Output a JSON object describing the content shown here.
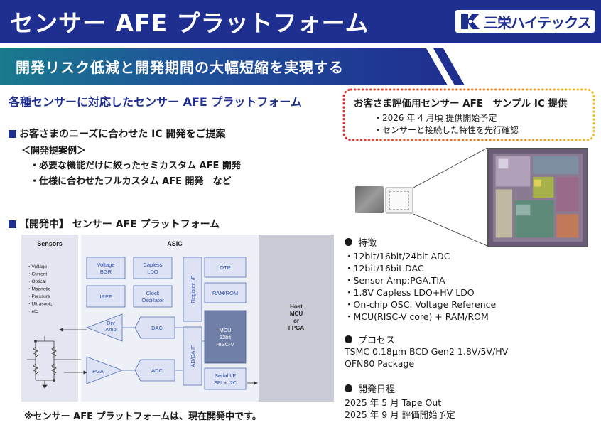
{
  "header": {
    "title": "センサー AFE プラットフォーム",
    "logo_text": "三栄ハイテックス"
  },
  "band": {
    "text": "開発リスク低減と開発期間の大幅短縮を実現する"
  },
  "left": {
    "subheading": "各種センサーに対応したセンサー AFE プラットフォーム",
    "proposal_title": "お客さまのニーズに合わせた IC 開発をご提案",
    "example_head": "＜開発提案例＞",
    "examples": [
      "・必要な機能だけに絞ったセミカスタム AFE 開発",
      "・仕様に合わせたフルカスタム AFE 開発　など"
    ],
    "platform_title": "【開発中】 センサー AFE プラットフォーム",
    "footnote": "※センサー AFE プラットフォームは、現在開発中です。"
  },
  "callout": {
    "title": "お客さま評価用センサー AFE　サンプル IC 提供",
    "items": [
      "・2026 年 4 月頃 提供開始予定",
      "・センサーと接続した特性を先行確認"
    ]
  },
  "diagram": {
    "sensors_title": "Sensors",
    "sensor_list": [
      "・Voltage",
      "・Current",
      "・Optical",
      "・Magnetic",
      "・Pressure",
      "・Ultrasonic",
      "・etc"
    ],
    "asic_title": "ASIC",
    "blocks": {
      "voltage_bgr": [
        "Voltage",
        "BGR"
      ],
      "capless_ldo": [
        "Capless",
        "LDO"
      ],
      "iref": "IREF",
      "clock_osc": [
        "Clock",
        "Oscillator"
      ],
      "register_if": "Register I/F",
      "otp": "OTP",
      "ram_rom": "RAM/ROM",
      "drv_amp": [
        "Drv",
        "Amp"
      ],
      "dac": "DAC",
      "ad_da_if": "AD/DA IF",
      "mcu": [
        "MCU",
        "32bit",
        "RISC-V"
      ],
      "pga": "PGA",
      "adc": "ADC",
      "serial_if": [
        "Serial I/F",
        "SPI + I2C"
      ]
    },
    "host": [
      "Host",
      "MCU",
      "or",
      "FPGA"
    ],
    "colors": {
      "panel": "#e3e6f0",
      "asic_panel": "#eef0f8",
      "block_fill": "#dde3f5",
      "block_stroke": "#5470b8",
      "block_text": "#2e4fa8",
      "mcu_fill": "#6f7fa8",
      "host_fill": "#c9ccd6"
    }
  },
  "features": {
    "head": "特徴",
    "items": [
      "・12bit/16bit/24bit ADC",
      "・12bit/16bit DAC",
      "・Sensor Amp:PGA.TIA",
      "・1.8V Capless LDO+HV LDO",
      "・On-chip OSC. Voltage Reference",
      "・MCU(RISC-V core) + RAM/ROM"
    ]
  },
  "process": {
    "head": "プロセス",
    "items": [
      "TSMC 0.18μm BCD Gen2 1.8V/5V/HV",
      "QFN80 Package"
    ]
  },
  "schedule": {
    "head": "開発日程",
    "items": [
      "2025 年 5 月 Tape Out",
      "2025 年 9 月 評価開始予定"
    ]
  },
  "theme": {
    "navy": "#1f2f8f",
    "callout_dots_start": "#e53030",
    "callout_dots_end": "#f0c020"
  }
}
